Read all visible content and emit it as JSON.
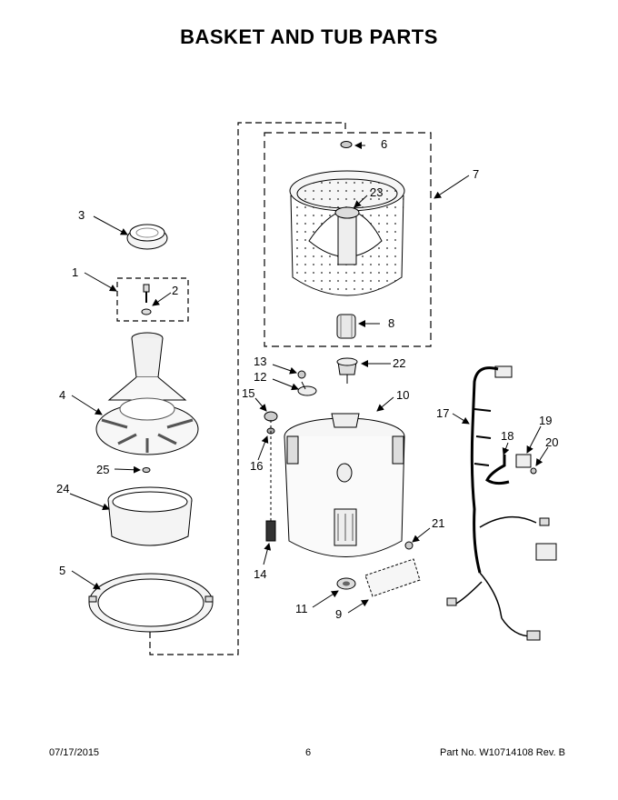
{
  "title": "BASKET AND TUB PARTS",
  "callouts": [
    {
      "id": "c1",
      "label": "1"
    },
    {
      "id": "c2",
      "label": "2"
    },
    {
      "id": "c3",
      "label": "3"
    },
    {
      "id": "c4",
      "label": "4"
    },
    {
      "id": "c5",
      "label": "5"
    },
    {
      "id": "c6",
      "label": "6"
    },
    {
      "id": "c7",
      "label": "7"
    },
    {
      "id": "c8",
      "label": "8"
    },
    {
      "id": "c9",
      "label": "9"
    },
    {
      "id": "c10",
      "label": "10"
    },
    {
      "id": "c11",
      "label": "11"
    },
    {
      "id": "c12",
      "label": "12"
    },
    {
      "id": "c13",
      "label": "13"
    },
    {
      "id": "c14",
      "label": "14"
    },
    {
      "id": "c15",
      "label": "15"
    },
    {
      "id": "c16",
      "label": "16"
    },
    {
      "id": "c17",
      "label": "17"
    },
    {
      "id": "c18",
      "label": "18"
    },
    {
      "id": "c19",
      "label": "19"
    },
    {
      "id": "c20",
      "label": "20"
    },
    {
      "id": "c21",
      "label": "21"
    },
    {
      "id": "c22",
      "label": "22"
    },
    {
      "id": "c23",
      "label": "23"
    },
    {
      "id": "c24",
      "label": "24"
    },
    {
      "id": "c25",
      "label": "25"
    }
  ],
  "footer": {
    "date": "07/17/2015",
    "page": "6",
    "part": "Part No.  W10714108   Rev.  B"
  }
}
